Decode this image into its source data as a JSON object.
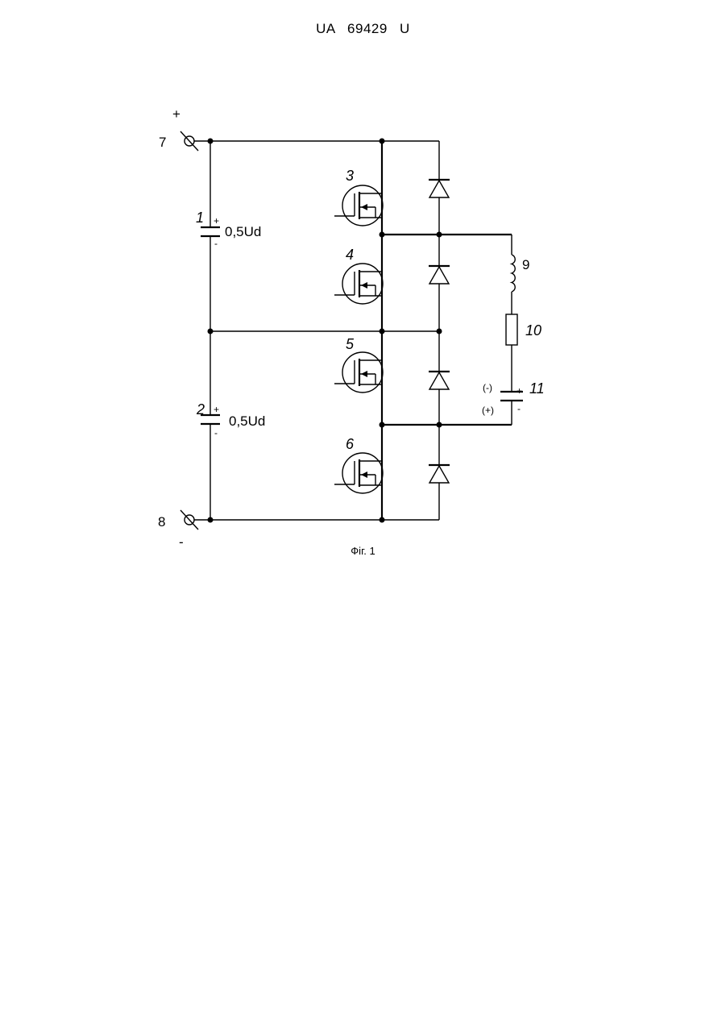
{
  "header": {
    "text": "UA   69429   U"
  },
  "caption": "Фіг. 1",
  "terminals": [
    {
      "number": "7",
      "polarity": "+"
    },
    {
      "number": "8",
      "polarity": "-"
    }
  ],
  "capacitors": [
    {
      "number": "1",
      "value": "0,5Ud",
      "plus": "+",
      "minus": "-"
    },
    {
      "number": "2",
      "value": "0,5Ud",
      "plus": "+",
      "minus": "-"
    }
  ],
  "transistors": [
    "3",
    "4",
    "5",
    "6"
  ],
  "load": {
    "inductor": "9",
    "resistor": "10",
    "battery": {
      "number": "11",
      "upper_plate_label": "(-)",
      "lower_plate_label": "(+)",
      "plus": "+",
      "minus": "-"
    }
  }
}
